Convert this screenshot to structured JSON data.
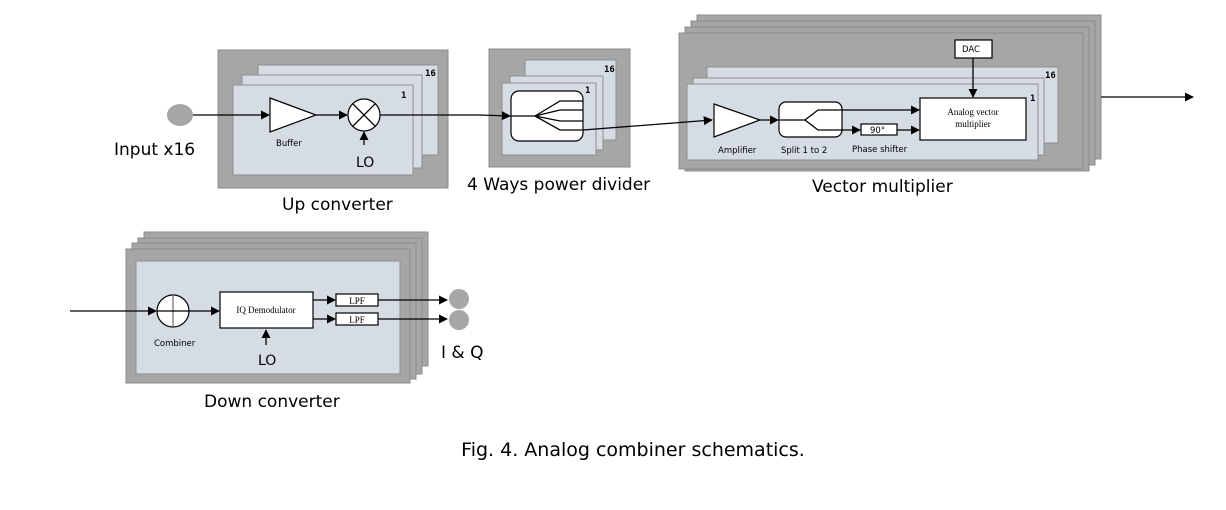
{
  "figure": {
    "caption": "Fig. 4. Analog combiner schematics."
  },
  "input": {
    "label": "Input x16"
  },
  "up_converter": {
    "title": "Up converter",
    "stack_front_index": "1",
    "stack_back_index": "16",
    "buffer_label": "Buffer",
    "lo_label": "LO"
  },
  "power_divider": {
    "title": "4 Ways power divider",
    "stack_front_index": "1",
    "stack_back_index": "16",
    "ways": 4
  },
  "vector_multiplier": {
    "title": "Vector multiplier",
    "stack_front_index": "1",
    "stack_back_index": "16",
    "dac_label": "DAC",
    "amplifier_label": "Amplifier",
    "split_label": "Split 1 to 2",
    "phase_value": "90°",
    "phase_label": "Phase shifter",
    "avm_line1": "Analog vector",
    "avm_line2": "multiplier"
  },
  "down_converter": {
    "title": "Down converter",
    "combiner_label": "Combiner",
    "demod_label": "IQ Demodulator",
    "lo_label": "LO",
    "lpf_i_label": "LPF",
    "lpf_q_label": "LPF",
    "output_label": "I & Q"
  },
  "colors": {
    "outer_gray": "#a6a6a6",
    "panel_blue": "#d6dce4",
    "node_gray": "#a6a6a6"
  }
}
